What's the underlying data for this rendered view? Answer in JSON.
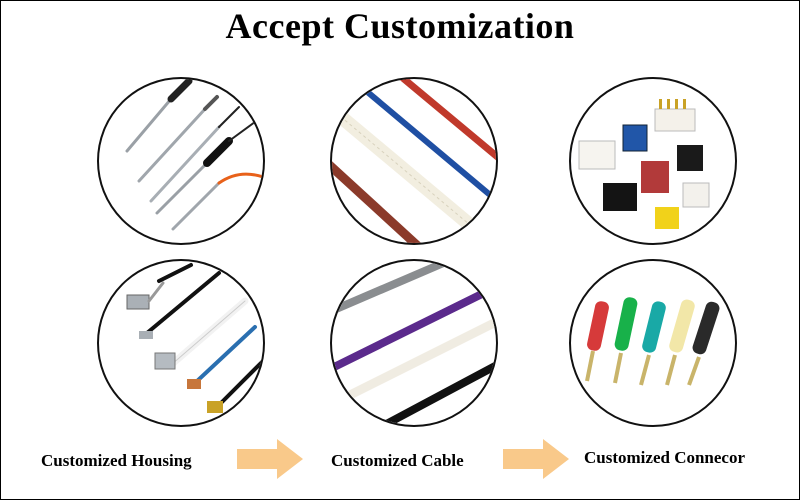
{
  "title": "Accept Customization",
  "labels": {
    "housing": "Customized Housing",
    "cable": "Customized Cable",
    "connector": "Customized Connecor"
  },
  "colors": {
    "arrow": "#f9c98a",
    "wire_red": "#c0392b",
    "wire_blue": "#1f4fa3",
    "wire_purple": "#5b2a8c",
    "wire_brown": "#8b3a2a"
  },
  "icons": {
    "arrow_1": "right-arrow-icon",
    "arrow_2": "right-arrow-icon"
  }
}
